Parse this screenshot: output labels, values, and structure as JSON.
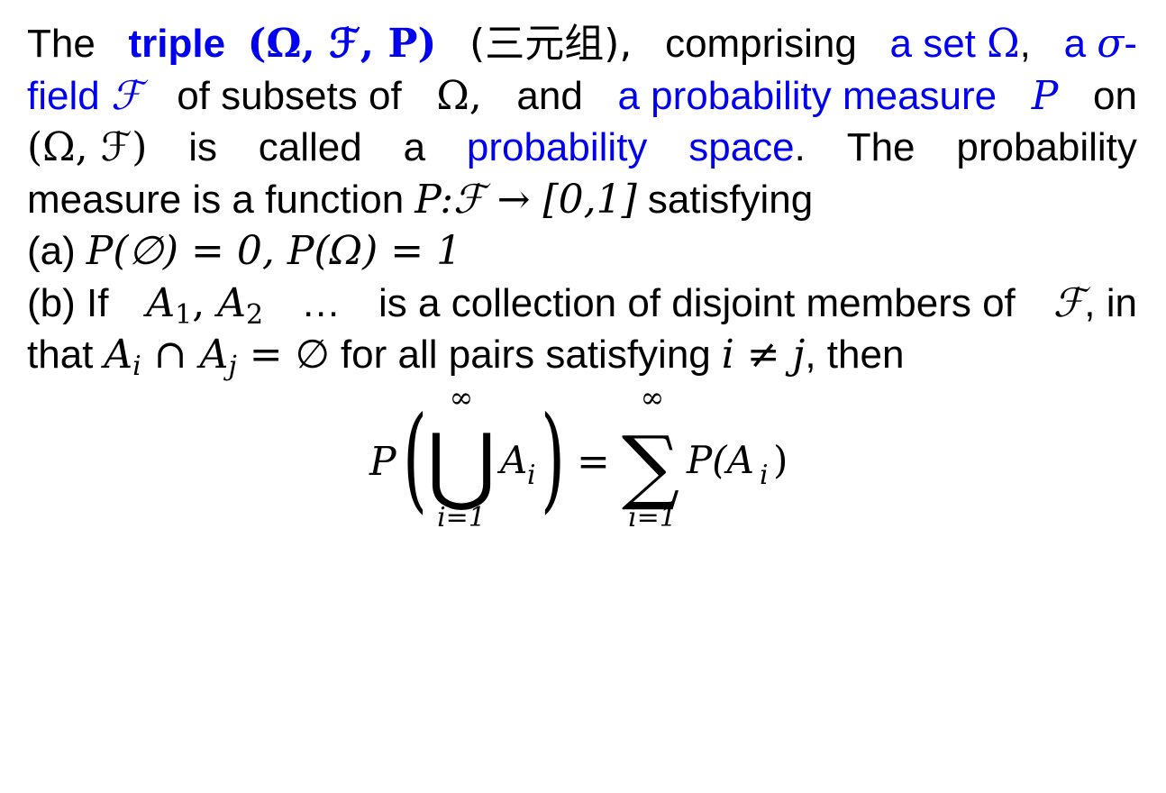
{
  "lines": {
    "l1": {
      "the": "The",
      "triple_word": "triple",
      "triple_math": "(Ω,  ℱ, P)",
      "cjk": "(三元组),",
      "comprising": "comprising",
      "a_set": "a set",
      "omega": "Ω",
      "comma": ",",
      "a": "a",
      "sigma": "σ",
      "hyphen": "-"
    },
    "l2": {
      "field": "field",
      "F": "ℱ",
      "of_subsets_of": "of subsets of",
      "omega": "Ω,",
      "and": "and",
      "a_probability_measure": "a probability measure",
      "P": "P",
      "on": "on"
    },
    "l3": {
      "pair": "(Ω, ℱ)",
      "is": "is",
      "called": "called",
      "a": "a",
      "probability": "probability",
      "space": "space",
      "period": ".",
      "the": "The",
      "probability2": "probability"
    },
    "l4": {
      "pre": "measure is a function",
      "map": "P:ℱ → [0,1]",
      "post": "satisfying"
    },
    "l5": {
      "label": "(a)",
      "math": "P(∅) = 0, P(Ω) = 1"
    },
    "l6": {
      "label": "(b) If",
      "A": "A",
      "sub1": "1",
      "comma": ",",
      "sub2": "2",
      "ellipsis": "…",
      "rest": "is a collection of disjoint members of",
      "F": "ℱ",
      "in": ", in"
    },
    "l7": {
      "that": "that",
      "A": "A",
      "i": "i",
      "cap": "∩",
      "j": "j",
      "eq_empty": "= ∅",
      "for_all": "for all pairs satisfying",
      "ineq": "i ≠ j",
      "then": ", then"
    }
  },
  "formula": {
    "P": "P",
    "lparen": "(",
    "bigcup": "⋃",
    "inf_top": "∞",
    "lower": "i=1",
    "A": "A",
    "i": "i",
    "rparen": ")",
    "eq": "=",
    "sum": "∑",
    "inf_top2": "∞",
    "lower2": "i=1",
    "rhs": "P(A",
    "rhs_i": "i",
    "rhs_close": ")"
  }
}
